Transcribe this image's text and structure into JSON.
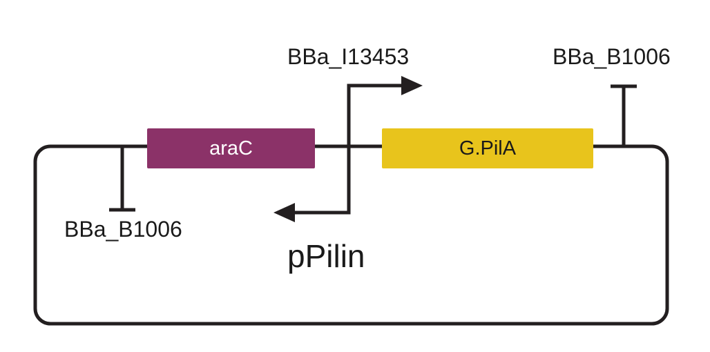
{
  "parts": {
    "arac": {
      "label": "araC",
      "color": "#8b3268",
      "text_color": "#ffffff"
    },
    "gpila": {
      "label": "G.PilA",
      "color": "#e8c41c",
      "text_color": "#1a1a1a"
    }
  },
  "labels": {
    "promoter_id": "BBa_I13453",
    "terminator_right": "BBa_B1006",
    "terminator_left": "BBa_B1006",
    "promoter_name": "pPilin"
  },
  "colors": {
    "line": "#231f20",
    "text": "#1a1a1a"
  }
}
